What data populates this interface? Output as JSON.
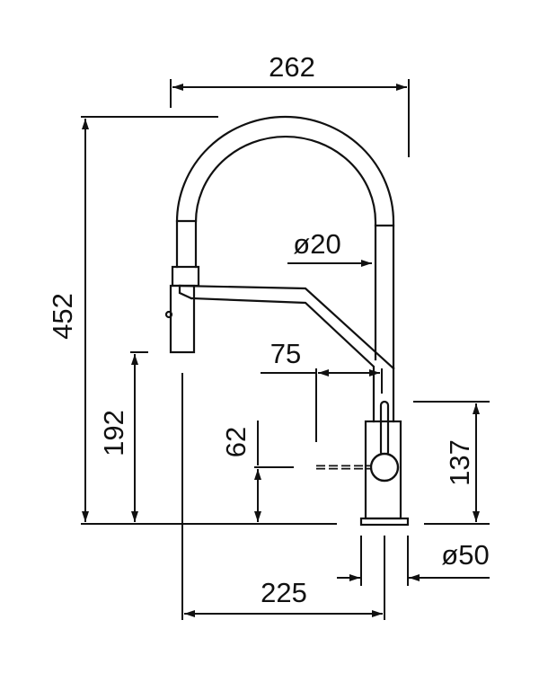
{
  "drawing": {
    "subject": "faucet",
    "dimensions": {
      "overall_width": "262",
      "overall_height": "452",
      "spout_height": "192",
      "hose_diameter": "ø20",
      "handle_offset": "75",
      "handle_height": "62",
      "body_height": "137",
      "base_diameter": "ø50",
      "spout_reach": "225"
    },
    "colors": {
      "line": "#111111",
      "background": "#ffffff"
    }
  }
}
